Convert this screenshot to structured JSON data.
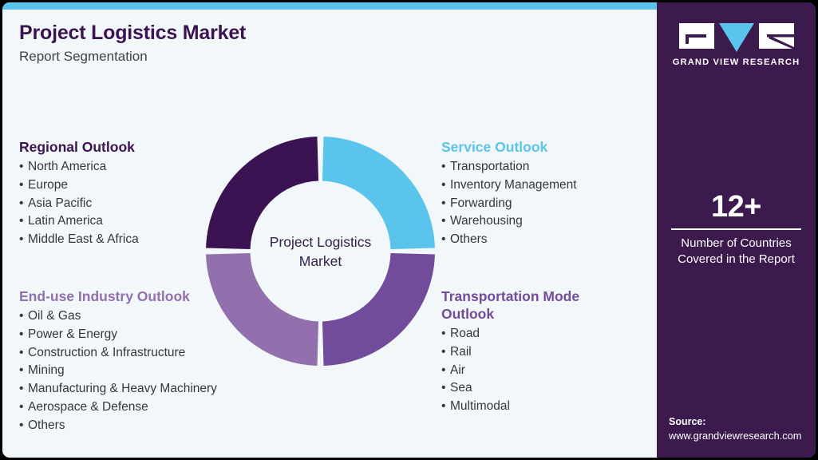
{
  "header": {
    "title": "Project Logistics Market",
    "subtitle": "Report Segmentation"
  },
  "donut": {
    "center_line1": "Project Logistics",
    "center_line2": "Market"
  },
  "segments": {
    "regional": {
      "heading": "Regional Outlook",
      "color": "#3b1352",
      "items": [
        "North America",
        "Europe",
        "Asia Pacific",
        "Latin America",
        "Middle East & Africa"
      ]
    },
    "service": {
      "heading": "Service Outlook",
      "color": "#5bc4ec",
      "items": [
        "Transportation",
        "Inventory Management",
        "Forwarding",
        "Warehousing",
        "Others"
      ]
    },
    "enduse": {
      "heading": "End-use Industry Outlook",
      "color": "#9270ae",
      "items": [
        "Oil & Gas",
        "Power & Energy",
        "Construction & Infrastructure",
        "Mining",
        "Manufacturing & Heavy Machinery",
        "Aerospace & Defense",
        "Others"
      ]
    },
    "transport": {
      "heading": "Transportation Mode\nOutlook",
      "color": "#734b9b",
      "items": [
        "Road",
        "Rail",
        "Air",
        "Sea",
        "Multimodal"
      ]
    }
  },
  "panel": {
    "logo_wordmark": "GRAND VIEW RESEARCH",
    "stat_number": "12+",
    "stat_label": "Number of Countries\nCovered in the Report",
    "source_title": "Source:",
    "source_url": "www.grandviewresearch.com",
    "background_color": "#3d1a4e"
  },
  "chart_data": {
    "type": "pie",
    "title": "Project Logistics Market",
    "subtitle": "Report Segmentation",
    "donut": true,
    "categories": [
      "Service Outlook",
      "Transportation Mode Outlook",
      "End-use Industry Outlook",
      "Regional Outlook"
    ],
    "values": [
      25,
      25,
      25,
      25
    ],
    "colors": [
      "#5bc4ec",
      "#734b9b",
      "#9270ae",
      "#3b1352"
    ],
    "legend": "none",
    "labels_outside": true
  }
}
